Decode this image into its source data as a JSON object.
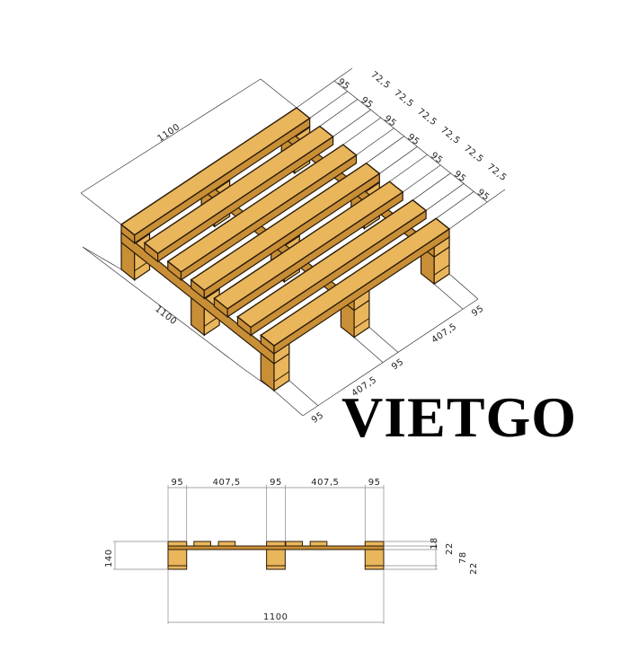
{
  "brand": "VIETGO",
  "colors": {
    "wood": "#E9B65C",
    "wood_dark": "#C98F36",
    "outline": "#2a1a08",
    "dim_line": "#333333"
  },
  "iso_view": {
    "length_label": "1100",
    "width_label": "1100",
    "top_board_dims": [
      "95",
      "72,5",
      "95",
      "72,5",
      "95",
      "72,5",
      "95",
      "72,5",
      "95",
      "72,5",
      "95",
      "72,5",
      "95"
    ],
    "side_dims": [
      "95",
      "407,5",
      "95",
      "407,5",
      "95"
    ]
  },
  "pallet_mm": {
    "length": 1100,
    "board_width": 95,
    "board_gap": 72.5,
    "block_gap": 407.5
  },
  "elevation_view": {
    "top_dims": [
      "95",
      "407,5",
      "95",
      "407,5",
      "95"
    ],
    "overall_width": "1100",
    "overall_height": "140",
    "layer_dims": [
      "18",
      "22",
      "78",
      "22"
    ]
  }
}
